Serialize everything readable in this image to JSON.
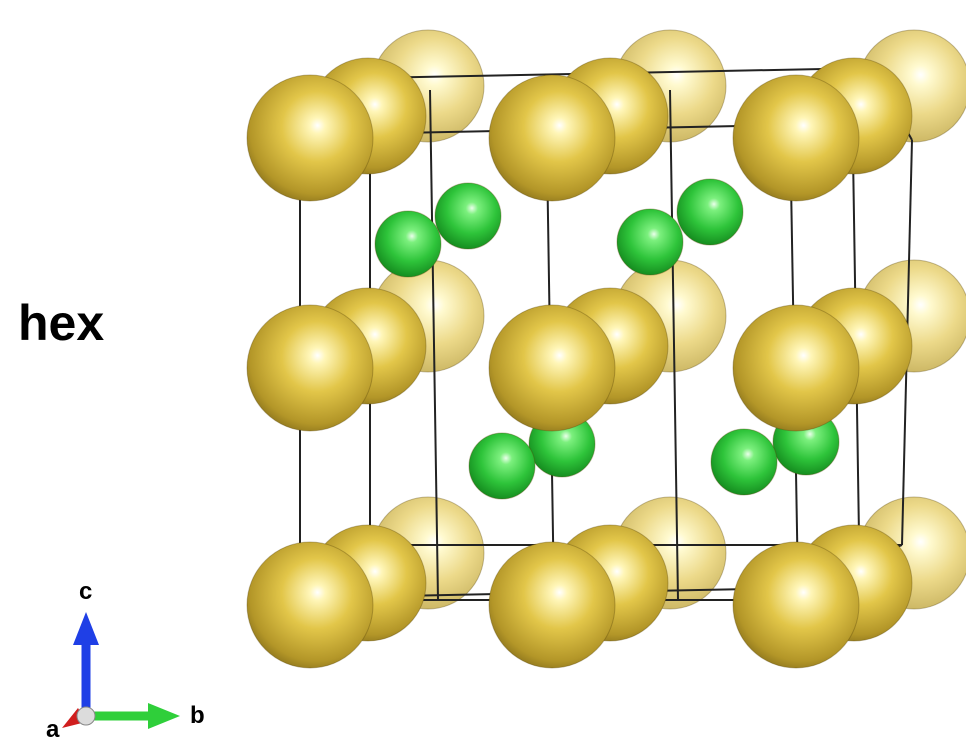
{
  "diagram": {
    "label": "hex",
    "axes": {
      "c": "c",
      "b": "b",
      "a": "a"
    },
    "colors": {
      "cation": "#c9ab3a",
      "anion": "#2fc43a",
      "cell_edge": "#222222",
      "axis_c": "#1f3fe6",
      "axis_b": "#2fcf3a",
      "axis_a": "#d01e1e"
    },
    "atoms": {
      "cation_count": 27,
      "anion_count": 8
    }
  }
}
